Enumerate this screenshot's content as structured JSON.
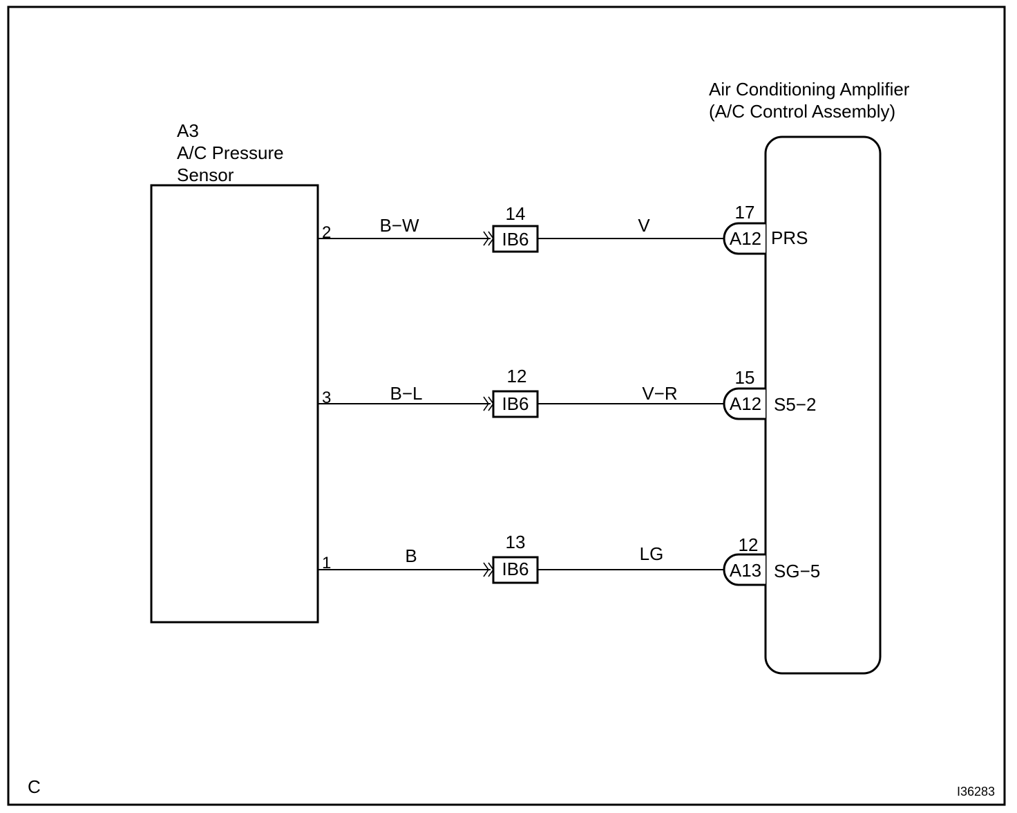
{
  "frame": {
    "corner_label": "C",
    "figure_id": "I36283"
  },
  "sensor": {
    "connector": "A3",
    "name_line1": "A/C Pressure",
    "name_line2": "Sensor"
  },
  "amplifier": {
    "name_line1": "Air Conditioning Amplifier",
    "name_line2": "(A/C Control Assembly)"
  },
  "circuits": [
    {
      "sensor_pin": "2",
      "wire_in": "B−W",
      "junction_pin": "14",
      "junction": "IB6",
      "wire_out": "V",
      "amp_pin": "17",
      "amp_connector": "A12",
      "terminal": "PRS"
    },
    {
      "sensor_pin": "3",
      "wire_in": "B−L",
      "junction_pin": "12",
      "junction": "IB6",
      "wire_out": "V−R",
      "amp_pin": "15",
      "amp_connector": "A12",
      "terminal": "S5−2"
    },
    {
      "sensor_pin": "1",
      "wire_in": "B",
      "junction_pin": "13",
      "junction": "IB6",
      "wire_out": "LG",
      "amp_pin": "12",
      "amp_connector": "A13",
      "terminal": "SG−5"
    }
  ]
}
